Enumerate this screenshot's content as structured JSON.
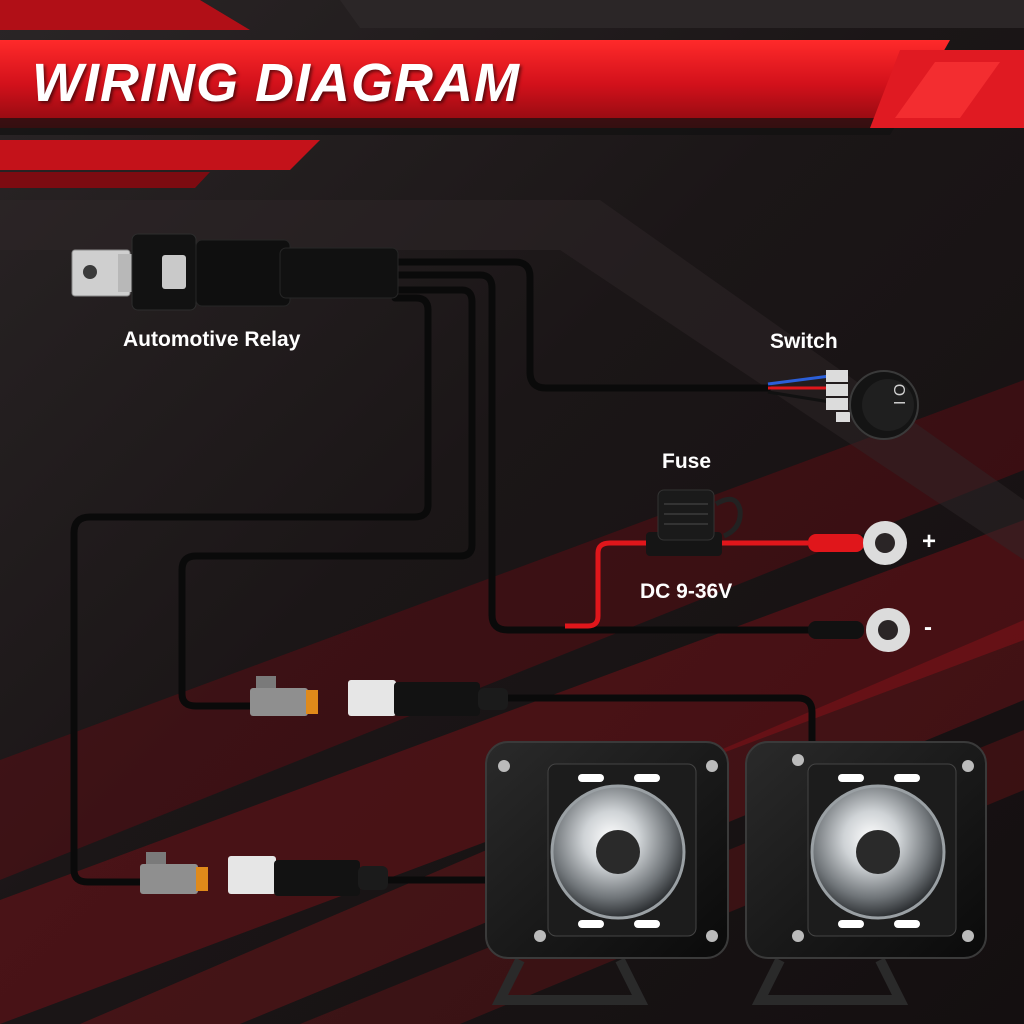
{
  "header": {
    "title": "WIRING DIAGRAM"
  },
  "labels": {
    "relay": "Automotive Relay",
    "switch": "Switch",
    "fuse": "Fuse",
    "voltage": "DC 9-36V",
    "positive": "+",
    "negative": "-"
  },
  "colors": {
    "accent_red": "#d3111b",
    "wire_black": "#0c0c0c",
    "wire_red": "#e0161b",
    "terminal_silver": "#d8d8d8"
  }
}
